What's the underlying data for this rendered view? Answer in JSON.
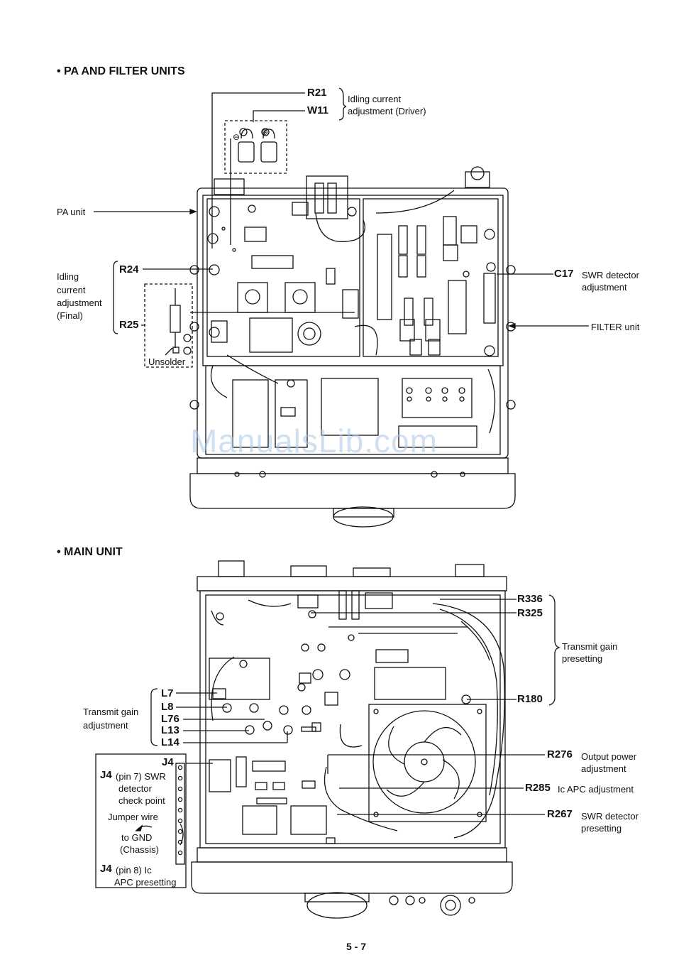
{
  "sections": {
    "pa": {
      "title": "• PA AND FILTER UNITS"
    },
    "main": {
      "title": "• MAIN UNIT"
    }
  },
  "pa_labels": {
    "r21": "R21",
    "w11": "W11",
    "idling_driver": [
      "Idling current",
      "adjustment (Driver)"
    ],
    "pa_unit": "PA unit",
    "idling_final": [
      "Idling",
      "current",
      "adjustment",
      "(Final)"
    ],
    "r24": "R24",
    "r25": "R25",
    "unsolder": "Unsolder",
    "c17": "C17",
    "swr_adj": [
      "SWR detector",
      "adjustment"
    ],
    "filter_unit": "FILTER unit"
  },
  "main_labels": {
    "r336": "R336",
    "r325": "R325",
    "transmit_presetting": [
      "Transmit gain",
      "presetting"
    ],
    "r180": "R180",
    "transmit_adjustment": [
      "Transmit gain",
      "adjustment"
    ],
    "l7": "L7",
    "l8": "L8",
    "l76": "L76",
    "l13": "L13",
    "l14": "L14",
    "j4": "J4",
    "j4_pin7_ref": "J4",
    "j4_pin7": [
      "(pin 7)  SWR",
      "detector",
      "check point"
    ],
    "jumper": "Jumper wire",
    "to_gnd": [
      "to GND",
      "(Chassis)"
    ],
    "j4_pin8_ref": "J4",
    "j4_pin8": [
      "(pin 8)  Ic",
      "APC presetting"
    ],
    "r276": "R276",
    "output_power": [
      "Output power",
      "adjustment"
    ],
    "r285": "R285",
    "ic_apc": "Ic APC adjustment",
    "r267": "R267",
    "swr_presetting": [
      "SWR detector",
      "presetting"
    ]
  },
  "watermark": "ManualsLib.com",
  "page_number": "5 - 7"
}
